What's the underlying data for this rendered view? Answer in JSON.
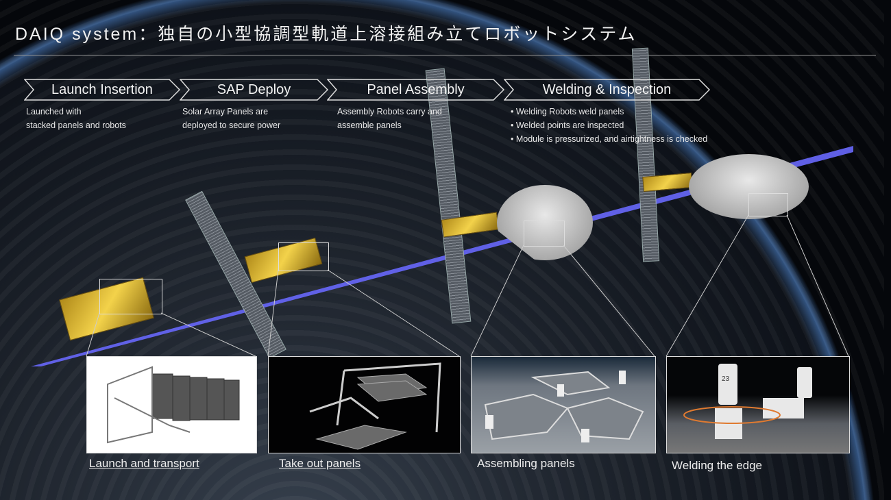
{
  "title": "DAIQ system：独自の小型協調型軌道上溶接組み立てロボットシステム",
  "steps": [
    {
      "label": "Launch Insertion",
      "desc": [
        "Launched with",
        "stacked panels and robots"
      ]
    },
    {
      "label": "SAP Deploy",
      "desc": [
        "Solar Array Panels are",
        "deployed to secure power"
      ]
    },
    {
      "label": "Panel Assembly",
      "desc": [
        "Assembly Robots carry and",
        "assemble panels"
      ]
    },
    {
      "label": "Welding & Inspection",
      "desc": [
        "• Welding Robots weld panels",
        "• Welded points are inspected",
        "• Module is pressurized, and airtightness is checked"
      ]
    }
  ],
  "insets": [
    {
      "caption": "Launch and transport"
    },
    {
      "caption": "Take out panels"
    },
    {
      "caption": "Assembling panels"
    },
    {
      "caption": "Welding the edge",
      "robot_number": "23"
    }
  ],
  "colors": {
    "orbit_band": "#6464f0",
    "gold": "#e0b83a"
  }
}
